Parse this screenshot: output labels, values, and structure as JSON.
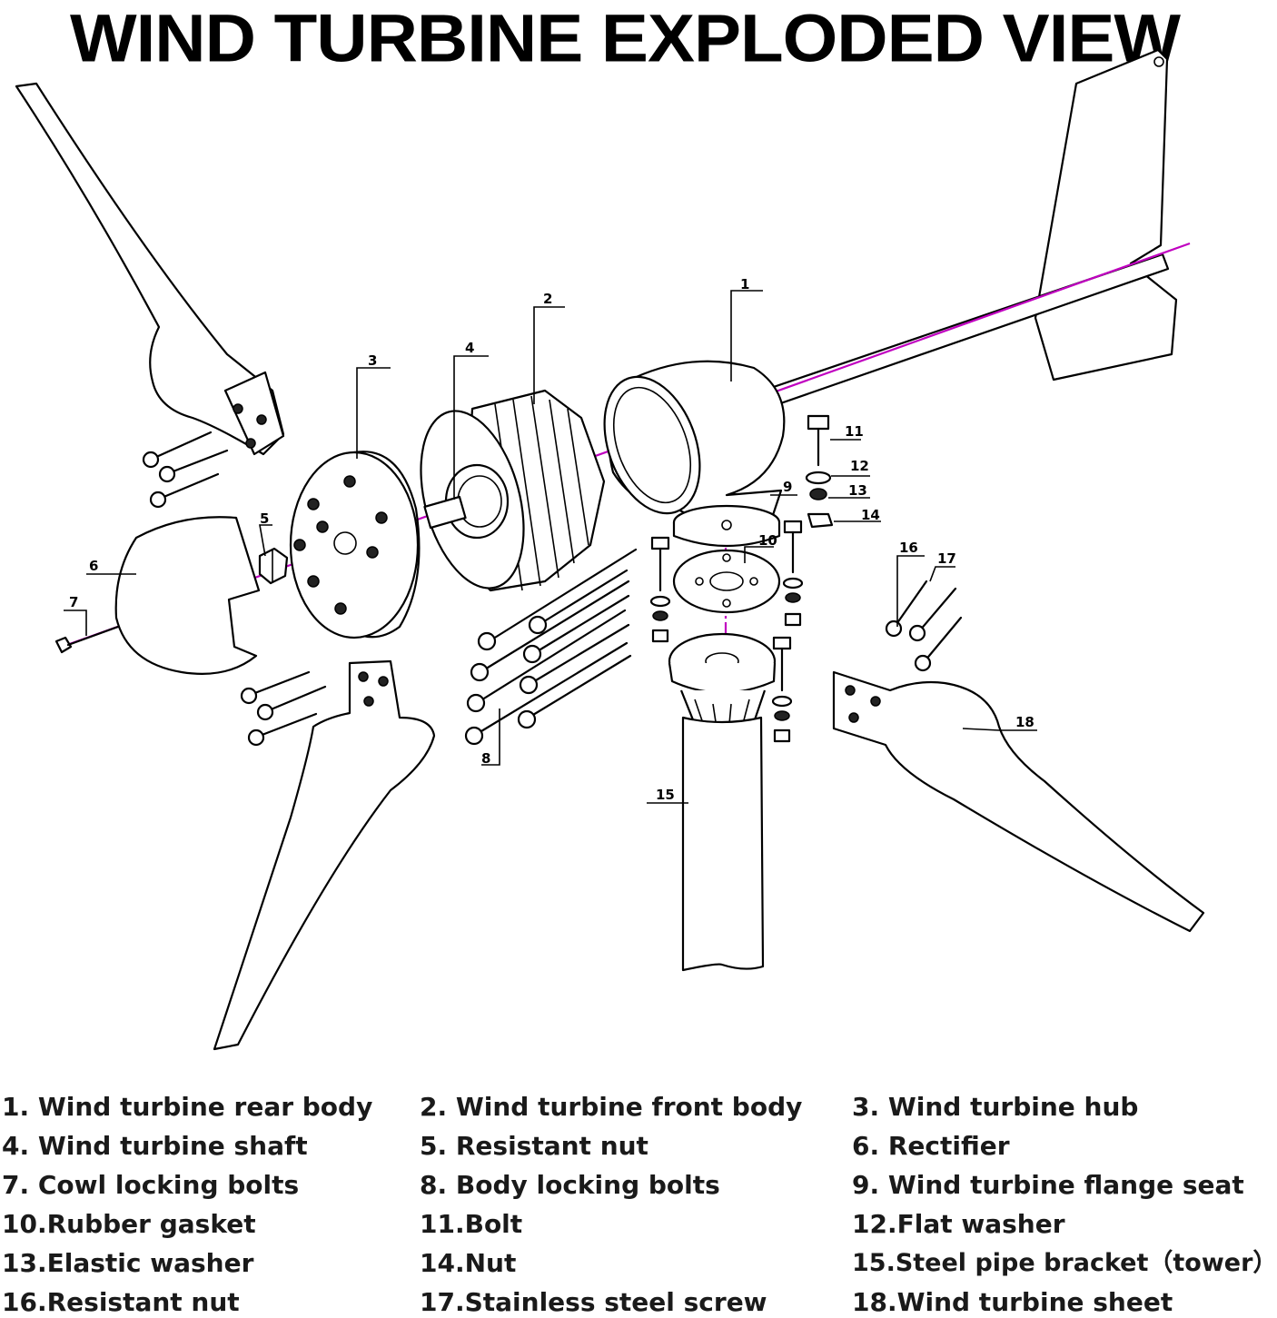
{
  "title": "WIND TURBINE EXPLODED VIEW",
  "colors": {
    "axis": "#c000c0",
    "ink": "#000000",
    "background": "#ffffff"
  },
  "callouts": [
    "1",
    "2",
    "3",
    "4",
    "5",
    "6",
    "7",
    "8",
    "9",
    "10",
    "11",
    "12",
    "13",
    "14",
    "15",
    "16",
    "17",
    "18"
  ],
  "legend": [
    "1. Wind turbine rear body",
    "2. Wind turbine front body",
    "3. Wind turbine hub",
    "4. Wind turbine shaft",
    "5. Resistant nut",
    "6. Rectifier",
    "7. Cowl locking bolts",
    "8. Body locking bolts",
    "9. Wind turbine flange seat",
    "10.Rubber gasket",
    "11.Bolt",
    "12.Flat washer",
    "13.Elastic washer",
    "14.Nut",
    "15.Steel pipe bracket（tower）",
    "16.Resistant nut",
    "17.Stainless steel screw",
    "18.Wind turbine sheet"
  ]
}
